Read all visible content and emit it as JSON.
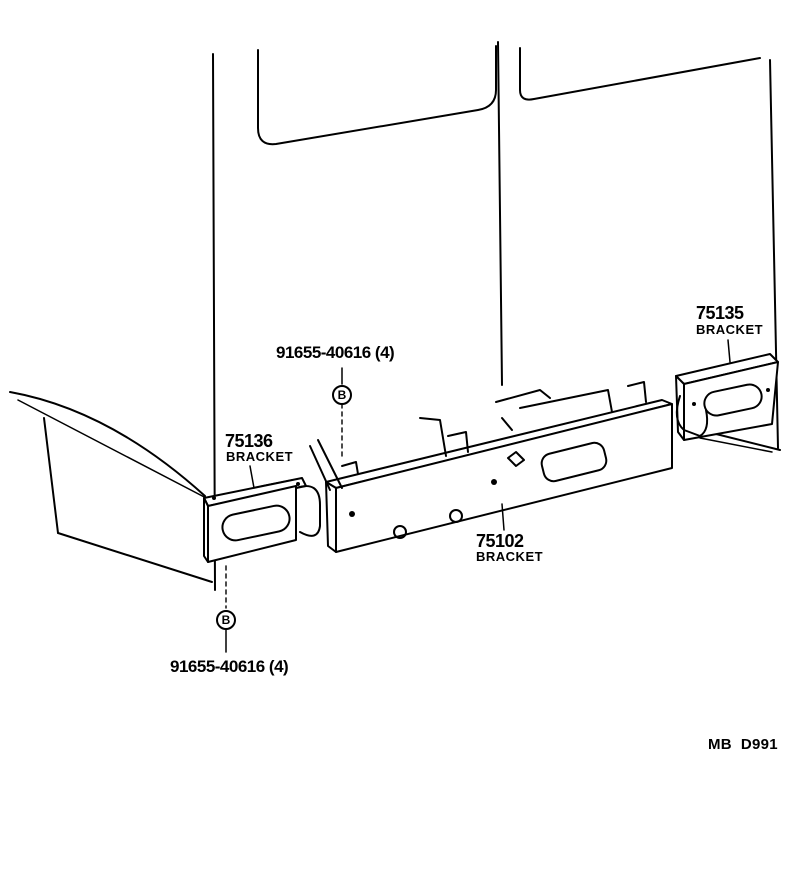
{
  "diagram": {
    "callouts": [
      {
        "id": "bolt_top",
        "part_no": "91655-40616 (4)",
        "symbol": "B"
      },
      {
        "id": "bolt_bottom",
        "part_no": "91655-40616 (4)",
        "symbol": "B"
      },
      {
        "id": "left_bracket",
        "part_no": "75136",
        "name": "BRACKET"
      },
      {
        "id": "center_bracket",
        "part_no": "75102",
        "name": "BRACKET"
      },
      {
        "id": "right_bracket",
        "part_no": "75135",
        "name": "BRACKET"
      }
    ],
    "figure_code": "MB  D991"
  }
}
